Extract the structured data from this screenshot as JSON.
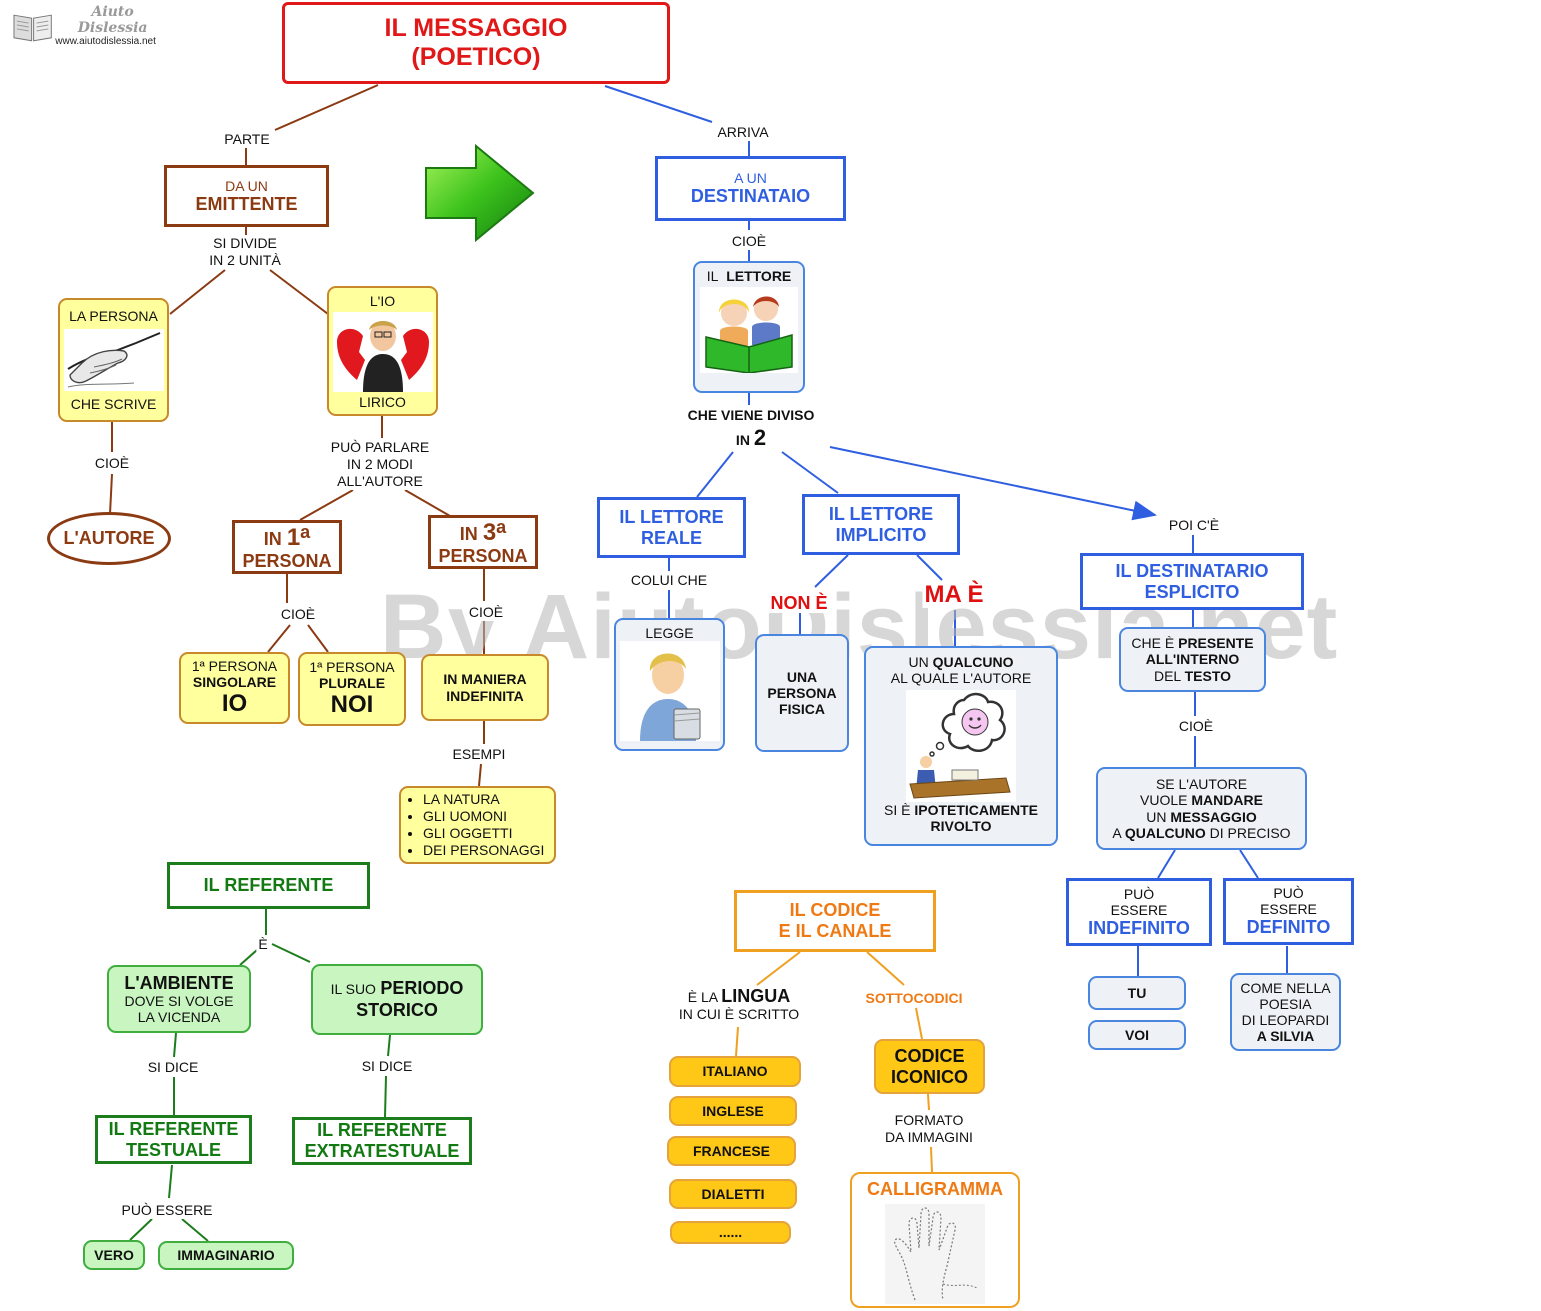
{
  "logo": {
    "name": "Aiuto Dislessia",
    "url": "www.aiutodislessia.net"
  },
  "watermark": "By AiutoDislessia.net",
  "title": {
    "line1": "IL MESSAGGIO",
    "line2": "(POETICO)"
  },
  "links": {
    "parte": "PARTE",
    "arriva": "ARRIVA",
    "si_divide_1": "SI DIVIDE",
    "si_divide_2": "IN 2 UNITÀ",
    "cioe": "CIOÈ",
    "puo_parlare_1": "PUÒ PARLARE",
    "puo_parlare_2": "IN 2 MODI",
    "puo_parlare_3": "ALL'AUTORE",
    "esempi": "ESEMPI",
    "viene_diviso": "CHE VIENE DIVISO",
    "in": "IN",
    "due": "2",
    "colui_che": "COLUI CHE",
    "poi_ce": "POI C'È",
    "e": "È",
    "si_dice": "SI DICE",
    "puo_essere": "PUÒ ESSERE",
    "e_la": "È LA",
    "lingua": "LINGUA",
    "in_cui": "IN CUI È SCRITTO",
    "sottocodici": "SOTTOCODICI",
    "formato_1": "FORMATO",
    "formato_2": "DA IMMAGINI"
  },
  "emittente": {
    "pre": "DA UN",
    "main": "EMITTENTE"
  },
  "persona": {
    "top": "LA PERSONA",
    "bottom": "CHE SCRIVE"
  },
  "io_lirico": {
    "top": "L'IO",
    "bottom": "LIRICO"
  },
  "autore": "L'AUTORE",
  "prima": {
    "a": "IN",
    "num": "1",
    "sup": "a",
    "b": "PERSONA"
  },
  "terza": {
    "a": "IN",
    "num": "3",
    "sup": "a",
    "b": "PERSONA"
  },
  "sing": {
    "l1": "1ª PERSONA",
    "l2": "SINGOLARE",
    "l3": "IO"
  },
  "plur": {
    "l1": "1ª PERSONA",
    "l2": "PLURALE",
    "l3": "NOI"
  },
  "indef": {
    "l1": "IN MANIERA",
    "l2": "INDEFINITA"
  },
  "esempi_list": [
    "LA NATURA",
    "GLI UOMONI",
    "GLI OGGETTI",
    "DEI PERSONAGGI"
  ],
  "destinataio": {
    "pre": "A UN",
    "main": "DESTINATAIO"
  },
  "lettore": {
    "pre": "IL",
    "main": "LETTORE"
  },
  "lettore_reale": {
    "l1": "IL LETTORE",
    "l2": "REALE"
  },
  "lettore_impl": {
    "l1": "IL LETTORE",
    "l2": "IMPLICITO"
  },
  "legge": "LEGGE",
  "non_e": "NON È",
  "ma_e": "MA È",
  "persona_fisica": {
    "l1": "UNA",
    "l2": "PERSONA",
    "l3": "FISICA"
  },
  "qualcuno": {
    "a1": "UN",
    "a2": "QUALCUNO",
    "b": "AL QUALE L'AUTORE",
    "c1": "SI È",
    "c2": "IPOTETICAMENTE",
    "d": "RIVOLTO"
  },
  "dest_esplicito": {
    "l1": "IL DESTINATARIO",
    "l2": "ESPLICITO"
  },
  "presente": {
    "a1": "CHE È",
    "a2": "PRESENTE",
    "b": "ALL'INTERNO",
    "c1": "DEL",
    "c2": "TESTO"
  },
  "se_autore": {
    "l1": "SE L'AUTORE",
    "l2a": "VUOLE",
    "l2b": "MANDARE",
    "l3a": "UN",
    "l3b": "MESSAGGIO",
    "l4a": "A",
    "l4b": "QUALCUNO",
    "l4c": "DI PRECISO"
  },
  "indefinito": {
    "l1": "PUÒ",
    "l2": "ESSERE",
    "l3": "INDEFINITO"
  },
  "definito": {
    "l1": "PUÒ",
    "l2": "ESSERE",
    "l3": "DEFINITO"
  },
  "tu": "TU",
  "voi": "VOI",
  "leopardi": {
    "l1": "COME NELLA",
    "l2": "POESIA",
    "l3": "DI LEOPARDI",
    "l4": "A SILVIA"
  },
  "referente": "IL REFERENTE",
  "ambiente": {
    "l1": "L'AMBIENTE",
    "l2": "DOVE SI VOLGE",
    "l3": "LA VICENDA"
  },
  "periodo": {
    "pre": "IL SUO",
    "l1": "PERIODO",
    "l2": "STORICO"
  },
  "ref_testuale": {
    "l1": "IL REFERENTE",
    "l2": "TESTUALE"
  },
  "ref_extra": {
    "l1": "IL REFERENTE",
    "l2": "EXTRATESTUALE"
  },
  "vero": "VERO",
  "immaginario": "IMMAGINARIO",
  "codice": {
    "l1": "IL CODICE",
    "l2": "E IL CANALE"
  },
  "lingue": [
    "ITALIANO",
    "INGLESE",
    "FRANCESE",
    "DIALETTI",
    "......"
  ],
  "iconico": {
    "l1": "CODICE",
    "l2": "ICONICO"
  },
  "calligramma": "CALLIGRAMMA"
}
